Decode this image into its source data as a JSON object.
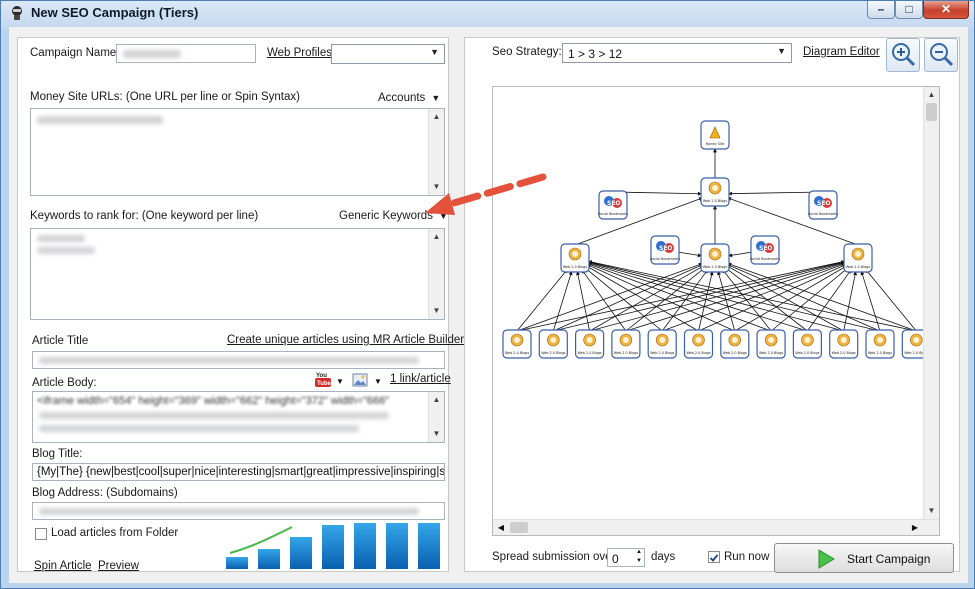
{
  "window": {
    "title": "New SEO Campaign (Tiers)",
    "minimize": "–",
    "maximize": "□",
    "close": "✕"
  },
  "left": {
    "campaign_name_label": "Campaign Name:",
    "web_profiles_link": "Web Profiles",
    "money_site_label": "Money Site URLs: (One URL per line or Spin Syntax)",
    "accounts_dropdown": "Accounts",
    "keywords_label": "Keywords to rank for: (One keyword per line)",
    "generic_keywords_dropdown": "Generic Keywords",
    "article_title_label": "Article Title",
    "article_builder_link": "Create unique articles using MR Article Builder",
    "article_body_label": "Article Body:",
    "link_per_article_link": "1 link/article",
    "article_body_text": "<iframe width=\"654\" height=\"369\" width=\"662\" height=\"372\" width=\"666\"",
    "blog_title_label": "Blog Title:",
    "blog_title_value": "{My|The} {new|best|cool|super|nice|interesting|smart|great|impressive|inspiring|spl",
    "blog_address_label": "Blog Address: (Subdomains)",
    "load_articles_label": "Load articles from Folder",
    "spin_article_link": "Spin Article",
    "preview_link": "Preview",
    "youtube_icon_text": "You Tube"
  },
  "right": {
    "seo_strategy_label": "Seo Strategy:",
    "seo_strategy_value": "1 > 3 > 12",
    "diagram_editor_link": "Diagram Editor",
    "spread_label": "Spread submission over",
    "spread_value": "0",
    "days_label": "days",
    "run_now_label": "Run now",
    "run_now_checked": true,
    "start_button": "Start Campaign"
  },
  "diagram": {
    "money_site_label": "Money Site",
    "tier_node_label": "Web 2.0 Blogs",
    "seo_node_label": "Social Bookmarks",
    "tier1_count": 1,
    "tier2_count": 3,
    "tier3_count": 12
  },
  "colors": {
    "accent": "#2f6fb3",
    "node_border": "#3b5ea8",
    "arrow_red": "#e4523b",
    "start_green": "#3fbf3f"
  }
}
